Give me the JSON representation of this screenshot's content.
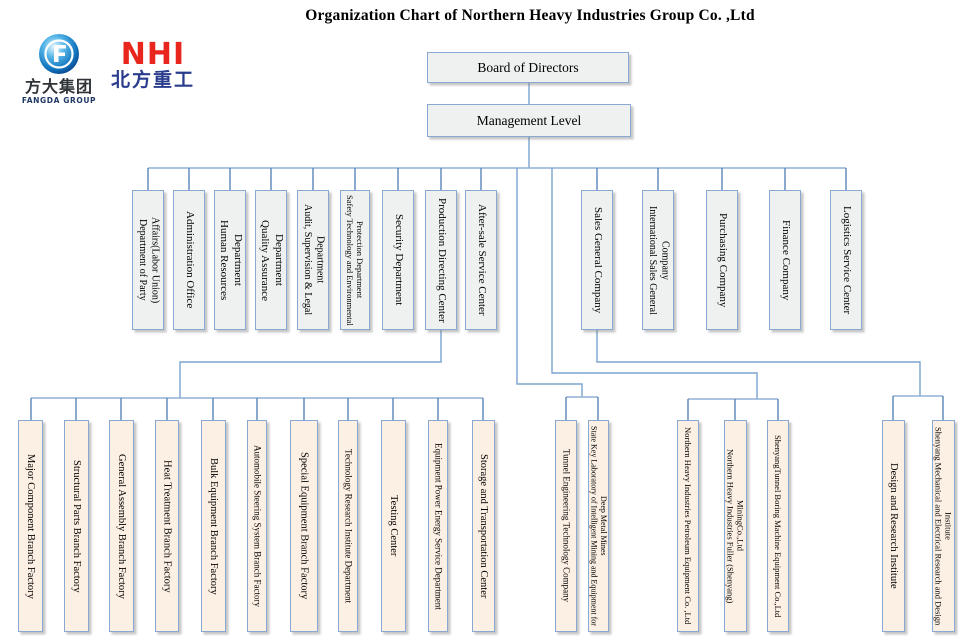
{
  "title": "Organization Chart of Northern Heavy Industries  Group Co. ,Ltd",
  "logos": {
    "fangda": {
      "cn": "方大集团",
      "en": "FANGDA GROUP"
    },
    "nhi": {
      "abbr": "NHI",
      "cn": "北方重工"
    }
  },
  "top": {
    "board": "Board of Directors",
    "management": "Management Level"
  },
  "middle": [
    "Department of Party Affairs(Labor Union)",
    "Administration Office",
    "Human Resources Department",
    "Quality Assurance Department",
    "Audit, Supervision & Legal Department",
    "Safety Technology and Environmental Protection Department",
    "Security Department",
    "Production Directing Center",
    "After-sale Service Center",
    "Sales General Company",
    "International Sales General Company",
    "Purchasing Company",
    "Finance Company",
    "Logistics Service Center"
  ],
  "bottom": [
    "Major Component Branch Factory",
    "Structural Parts Branch Factory",
    "General Assembly Branch Factory",
    "Heat Treatment Branch Factory",
    "Bulk Equipment Branch Factory",
    "Automobile Steering System Branch Factory",
    "Special Equipment Branch Factory",
    "Technology Research Institute Department",
    "Testing Center",
    "Equipment Power Energy Service Department",
    "Storage and Transportation Center",
    "Tunnel Engineering Technology Company",
    "State Key Laboratory of Intelligent Mining and Equipment for Deep Metal Mines",
    "Northern Heavy Industries Petroleum Equipment Co. ,Ltd",
    "Northern Heavy Industries Fuller (Shenyang) MiningCo.,Ltd",
    "ShenyangTunnel Boring Machine Equipment Co.,Ltd",
    "Design and Research Institute",
    "Shenyang Mechanical and Electrical Research and Design Institute"
  ],
  "colors": {
    "connector_blue": "#6b94c4",
    "box_border_blue": "#8aa9d2",
    "middle_box_fill": "#eff1f0",
    "bottom_box_fill": "#fcefe3",
    "nhi_red": "#e8261d",
    "nhi_blue": "#2a3c8e",
    "fangda_blue": "#1b7fc4"
  }
}
